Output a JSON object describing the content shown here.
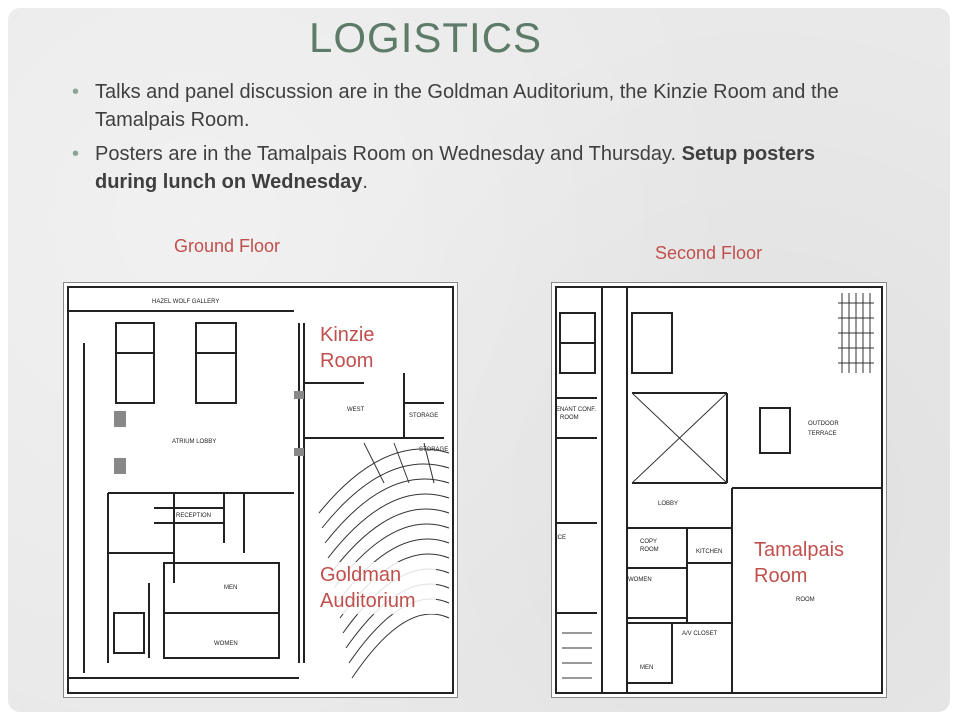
{
  "slide": {
    "title": "LOGISTICS",
    "bullets": [
      {
        "text": "Talks and panel discussion are in the Goldman Auditorium, the Kinzie Room and the Tamalpais Room.",
        "bold": "",
        "tail": ""
      },
      {
        "text": "Posters are in the Tamalpais Room on Wednesday and Thursday. ",
        "bold": "Setup posters during lunch on Wednesday",
        "tail": "."
      }
    ],
    "bullet_glyph": "•"
  },
  "ground_floor": {
    "label": "Ground Floor",
    "rooms": {
      "kinzie": "Kinzie Room",
      "goldman": "Goldman Auditorium"
    },
    "plan_text": {
      "gallery": "HAZEL WOLF GALLERY",
      "atrium": "ATRIUM LOBBY",
      "west": "WEST",
      "storage": "STORAGE",
      "storage2": "STORAGE",
      "reception": "RECEPTION",
      "men": "MEN",
      "women": "WOMEN"
    }
  },
  "second_floor": {
    "label": "Second Floor",
    "rooms": {
      "tamalpais": "Tamalpais Room"
    },
    "plan_text": {
      "tenant": "ENANT CONF.",
      "tenant2": "ROOM",
      "outdoor": "OUTDOOR",
      "terrace": "TERRACE",
      "lobby": "LOBBY",
      "copy": "COPY",
      "copy2": "ROOM",
      "kitchen": "KITCHEN",
      "women": "WOMEN",
      "men": "MEN",
      "av": "A/V CLOSET",
      "room": "ROOM",
      "ice": "ICE"
    }
  },
  "colors": {
    "title": "#5d7b68",
    "label_red": "#c0504d",
    "body_text": "#3f3f3f"
  }
}
